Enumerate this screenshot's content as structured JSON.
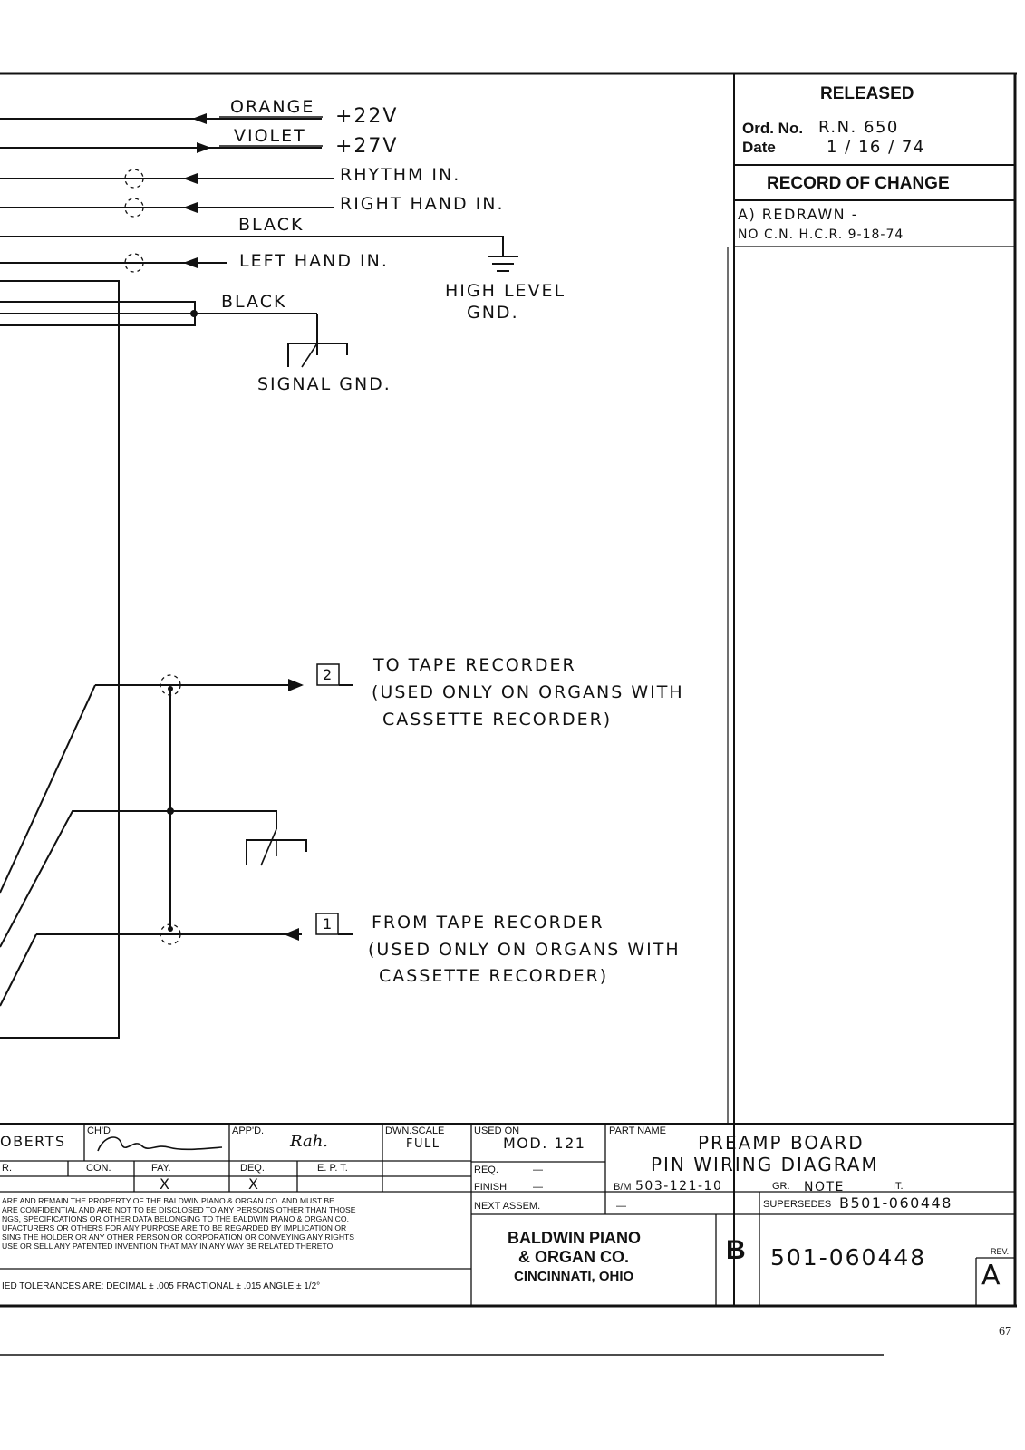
{
  "wires": [
    {
      "id": "orange",
      "color_label": "ORANGE",
      "signal": "+22V"
    },
    {
      "id": "violet",
      "color_label": "VIOLET",
      "signal": "+27V"
    },
    {
      "id": "rhythm",
      "signal": "RHYTHM IN."
    },
    {
      "id": "right_hand",
      "signal": "RIGHT HAND IN."
    },
    {
      "id": "black_1",
      "color_label": "BLACK"
    },
    {
      "id": "left_hand",
      "signal": "LEFT HAND IN."
    },
    {
      "id": "black_2",
      "color_label": "BLACK"
    }
  ],
  "grounds": {
    "high_level_line1": "HIGH LEVEL",
    "high_level_line2": "GND.",
    "signal": "SIGNAL GND."
  },
  "tape": {
    "to_pin": "2",
    "to_line1": "TO TAPE RECORDER",
    "to_line2": "(USED ONLY ON ORGANS WITH",
    "to_line3": "CASSETTE RECORDER)",
    "from_pin": "1",
    "from_line1": "FROM TAPE RECORDER",
    "from_line2": "(USED ONLY ON ORGANS WITH",
    "from_line3": "CASSETTE RECORDER)"
  },
  "release": {
    "title": "RELEASED",
    "ord_label": "Ord. No.",
    "ord_value": "R.N. 650",
    "date_label": "Date",
    "date_value": "1 / 16 / 74",
    "change_title": "RECORD OF CHANGE",
    "change_1_line1": "A) REDRAWN -",
    "change_1_line2": "NO C.N.      H.C.R.   9-18-74"
  },
  "title_block": {
    "drawn_by": "OBERTS",
    "chkd_label": "CH'D",
    "appd_label": "APP'D.",
    "appd_sig": "Rah.",
    "dwn_scale_label": "DWN.SCALE",
    "dwn_scale_value": "FULL",
    "dept_r": "R.",
    "dept_con": "CON.",
    "dept_fay": "FAY.",
    "dept_deq": "DEQ.",
    "dept_ept": "E. P. T.",
    "mark_fay": "X",
    "mark_deq": "X",
    "legal_1": "ARE AND REMAIN THE PROPERTY OF THE BALDWIN PIANO & ORGAN CO. AND MUST BE",
    "legal_2": "ARE CONFIDENTIAL AND ARE NOT TO BE DISCLOSED TO ANY PERSONS OTHER THAN THOSE",
    "legal_3": "NGS, SPECIFICATIONS OR OTHER DATA BELONGING TO THE BALDWIN PIANO & ORGAN CO.",
    "legal_4": "UFACTURERS OR OTHERS FOR ANY PURPOSE ARE TO BE REGARDED BY IMPLICATION OR",
    "legal_5": "SING THE HOLDER OR ANY OTHER PERSON OR CORPORATION OR CONVEYING ANY RIGHTS",
    "legal_6": "USE OR SELL ANY PATENTED INVENTION THAT MAY IN ANY WAY BE RELATED THERETO.",
    "tolerances": "IED TOLERANCES ARE:  DECIMAL ± .005   FRACTIONAL ± .015   ANGLE ± 1/2°",
    "used_on_label": "USED ON",
    "used_on_value": "MOD. 121",
    "req_label": "REQ.",
    "req_value": "—",
    "finish_label": "FINISH",
    "finish_value": "—",
    "next_assem_label": "NEXT ASSEM.",
    "next_assem_value": "—",
    "part_name_label": "PART NAME",
    "part_name_1": "PREAMP  BOARD",
    "part_name_2": "PIN  WIRING  DIAGRAM",
    "bm_label": "B/M",
    "bm_value": "503-121-10",
    "gr_label": "GR.",
    "gr_value": "NOTE",
    "it_label": "IT.",
    "supersedes_label": "SUPERSEDES",
    "supersedes_value": "B501-060448",
    "company_1": "BALDWIN PIANO",
    "company_2": "& ORGAN CO.",
    "company_3": "CINCINNATI, OHIO",
    "size": "B",
    "drawing_number": "501-060448",
    "rev_label": "REV.",
    "rev_value": "A"
  },
  "page_number": "67"
}
